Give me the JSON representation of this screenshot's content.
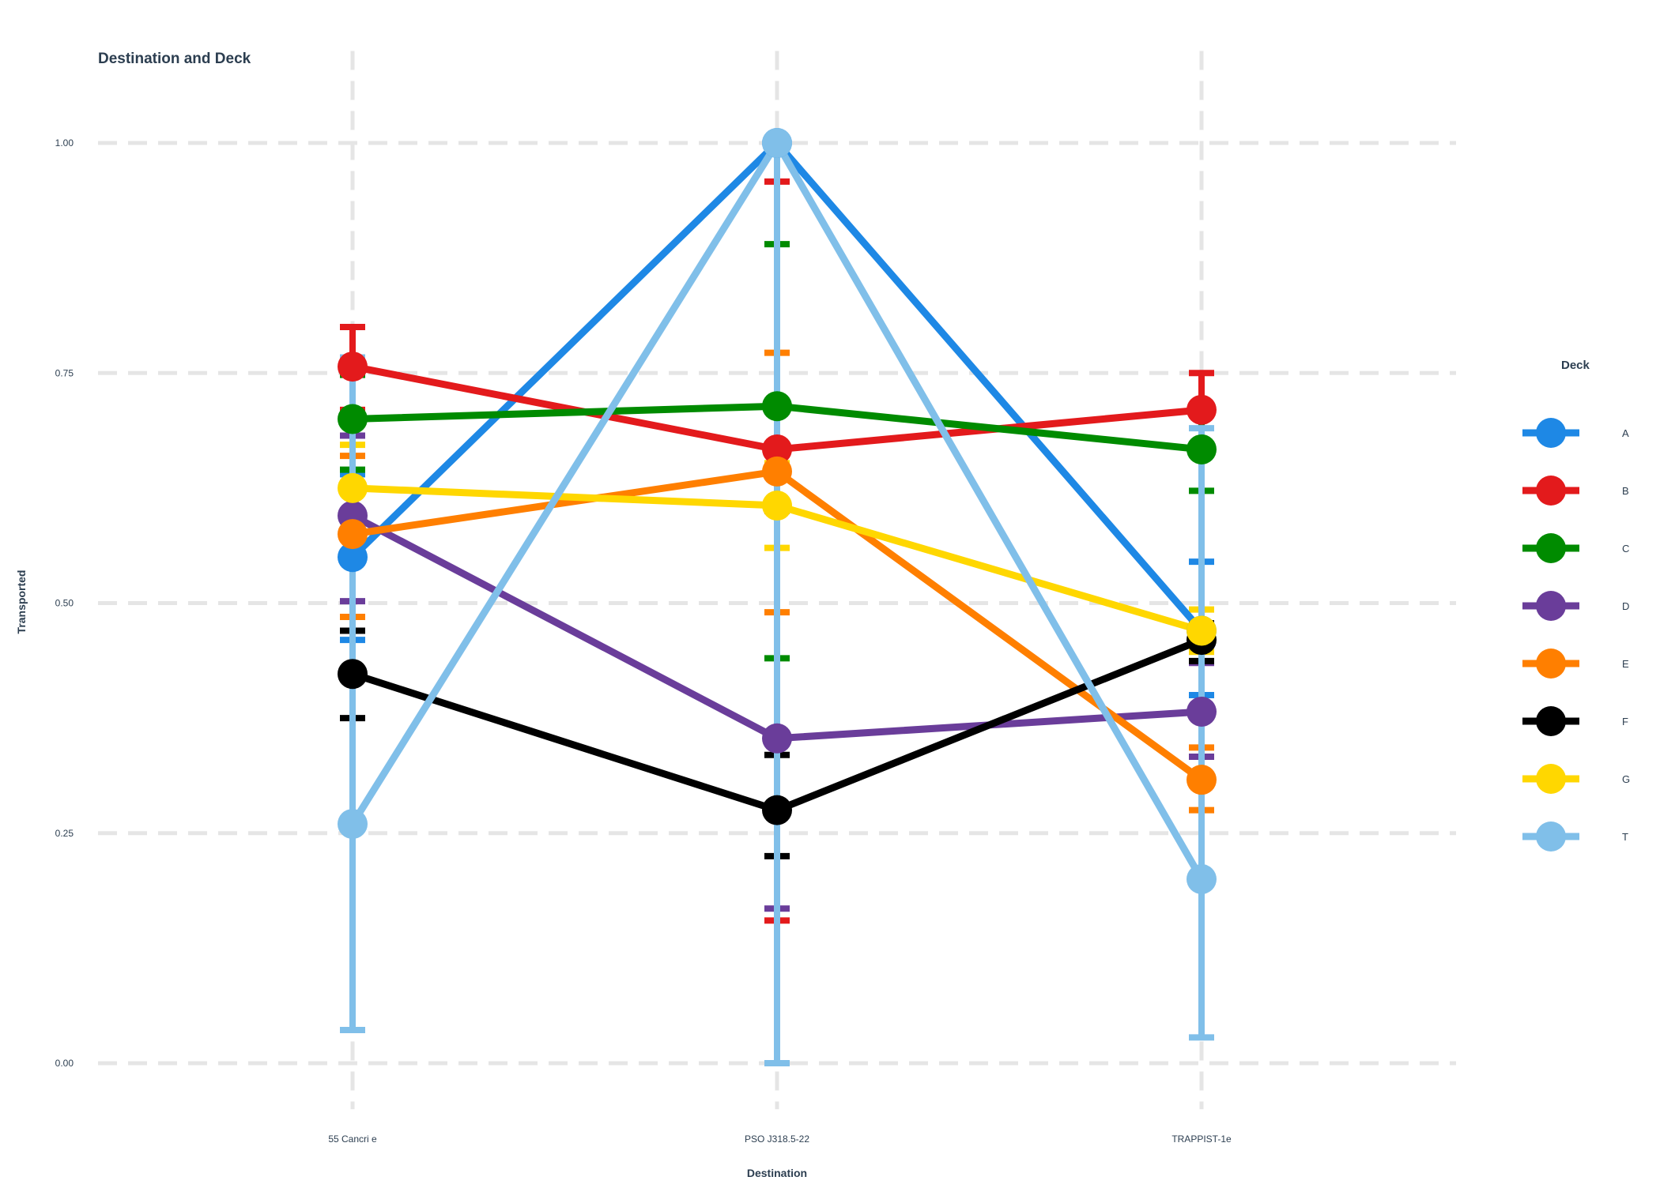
{
  "chart_data": {
    "type": "line",
    "title": "Destination and Deck",
    "xlabel": "Destination",
    "ylabel": "Transported",
    "categories": [
      "55 Cancri e",
      "PSO J318.5-22",
      "TRAPPIST-1e"
    ],
    "ylim": [
      -0.05,
      1.1
    ],
    "yticks": [
      0.0,
      0.25,
      0.5,
      0.75,
      1.0
    ],
    "ytick_labels": [
      "0.00",
      "0.25",
      "0.50",
      "0.75",
      "1.00"
    ],
    "grid": true,
    "legend": {
      "title": "Deck",
      "position": "right"
    },
    "series": [
      {
        "name": "A",
        "color": "#1e88e5",
        "values": [
          0.55,
          1.0,
          0.47
        ],
        "err_low": [
          0.46,
          null,
          0.4
        ],
        "err_high": [
          0.64,
          null,
          0.545
        ]
      },
      {
        "name": "B",
        "color": "#e31a1c",
        "values": [
          0.757,
          0.667,
          0.71
        ],
        "err_low": [
          0.71,
          0.155,
          0.67
        ],
        "err_high": [
          0.8,
          0.958,
          0.75
        ]
      },
      {
        "name": "C",
        "color": "#008b00",
        "values": [
          0.7,
          0.714,
          0.667
        ],
        "err_low": [
          0.645,
          0.44,
          0.622
        ],
        "err_high": [
          0.748,
          0.89,
          0.712
        ]
      },
      {
        "name": "D",
        "color": "#6a3d9a",
        "values": [
          0.595,
          0.353,
          0.382
        ],
        "err_low": [
          0.502,
          0.168,
          0.333
        ],
        "err_high": [
          0.682,
          0.6,
          0.435
        ]
      },
      {
        "name": "E",
        "color": "#ff7f00",
        "values": [
          0.575,
          0.643,
          0.308
        ],
        "err_low": [
          0.485,
          0.49,
          0.275
        ],
        "err_high": [
          0.66,
          0.772,
          0.343
        ]
      },
      {
        "name": "F",
        "color": "#000000",
        "values": [
          0.423,
          0.275,
          0.46
        ],
        "err_low": [
          0.375,
          0.225,
          0.437
        ],
        "err_high": [
          0.47,
          0.335,
          0.478
        ]
      },
      {
        "name": "G",
        "color": "#ffd700",
        "values": [
          0.625,
          0.606,
          0.47
        ],
        "err_low": [
          0.58,
          0.56,
          0.447
        ],
        "err_high": [
          0.672,
          0.652,
          0.493
        ]
      },
      {
        "name": "T",
        "color": "#80bfe9",
        "values": [
          0.26,
          1.0,
          0.2
        ],
        "err_low": [
          0.036,
          0.0,
          0.028
        ],
        "err_high": [
          0.767,
          1.0,
          0.69
        ]
      }
    ]
  }
}
